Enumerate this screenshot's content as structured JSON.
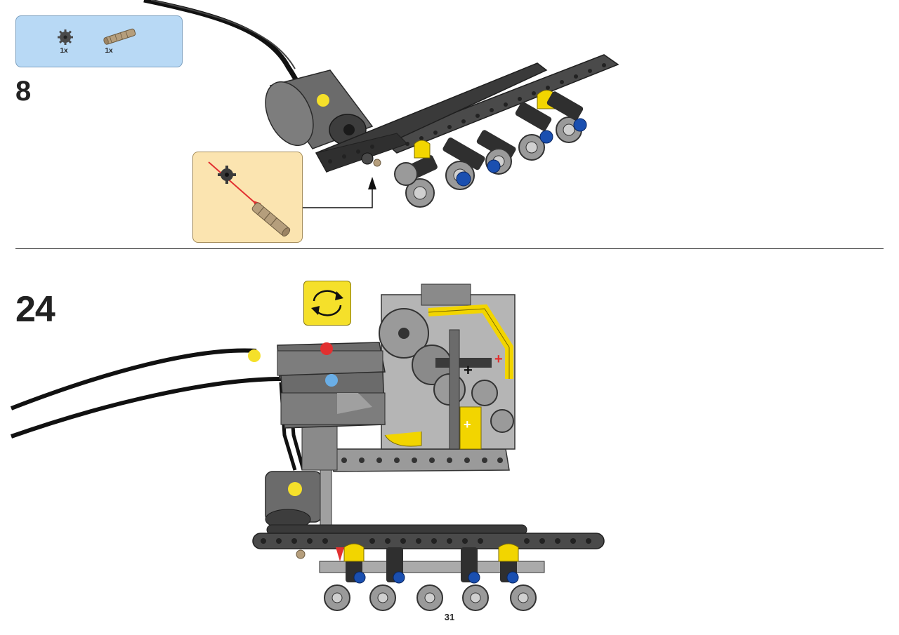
{
  "step_a": {
    "number": "8",
    "parts": [
      {
        "icon": "gear-icon",
        "quantity": "1x"
      },
      {
        "icon": "axle-pin-icon",
        "quantity": "1x"
      }
    ]
  },
  "step_b": {
    "number": "24",
    "rotate_icon": "rotate-model-icon"
  },
  "page": {
    "number": "31"
  },
  "colors": {
    "parts_box_bg": "#b8d9f5",
    "sub_assembly_bg": "#fbe4b0",
    "rotate_icon_bg": "#f5e02a",
    "beam_dark": "#3a3a3a",
    "motor_grey": "#6b6b6b",
    "accent_yellow": "#f2d500",
    "accent_blue": "#1a4fb0",
    "marker_red": "#e23030",
    "marker_blue": "#6aaee6"
  }
}
